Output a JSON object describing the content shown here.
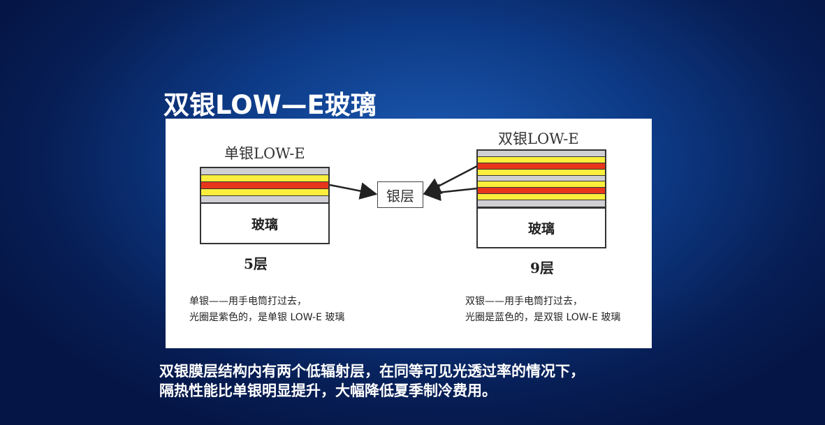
{
  "title": "双银LOW—E玻璃",
  "diagram": {
    "single": {
      "label": "单银LOW-E",
      "glass": "玻璃",
      "count": "5层",
      "layers": [
        "gray",
        "yellow",
        "red",
        "yellow",
        "gray"
      ]
    },
    "double": {
      "label": "双银LOW-E",
      "glass": "玻璃",
      "count": "9层",
      "layers": [
        "gray",
        "yellow",
        "red",
        "yellow",
        "gray",
        "yellow",
        "red",
        "yellow",
        "gray"
      ]
    },
    "silver_label": "银层",
    "colors": {
      "gray": "#d0d0d4",
      "yellow": "#fbee3c",
      "red": "#e8361c"
    }
  },
  "captions": {
    "single": [
      "单银——用手电筒打过去，",
      "光圈是紫色的，是单银 LOW-E 玻璃"
    ],
    "double": [
      "双银——用手电筒打过去，",
      "光圈是蓝色的，是双银 LOW-E 玻璃"
    ]
  },
  "bottom_text": [
    "双银膜层结构内有两个低辐射层，在同等可见光透过率的情况下，",
    "隔热性能比单银明显提升，大幅降低夏季制冷费用。"
  ]
}
